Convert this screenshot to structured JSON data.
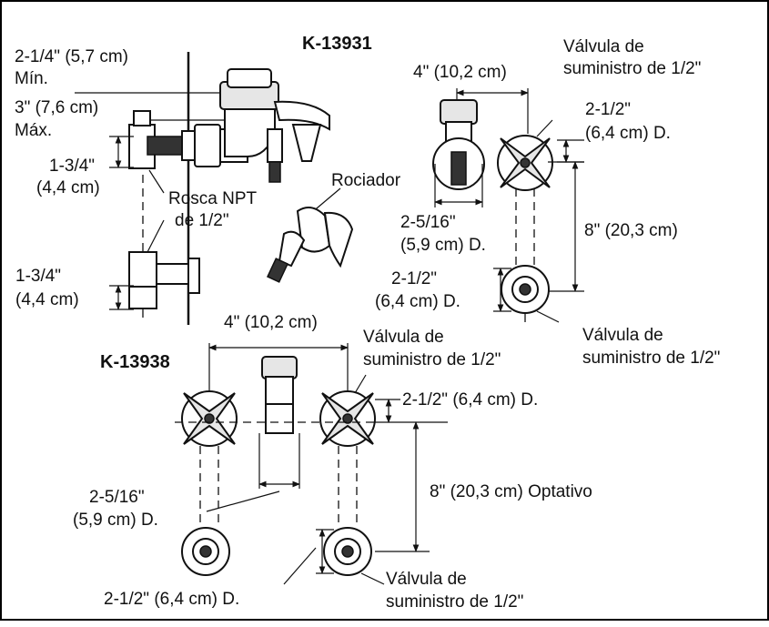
{
  "models": {
    "top": "K-13931",
    "bottom": "K-13938"
  },
  "side_view": {
    "min_dim": "2-1/4\" (5,7 cm)",
    "min_label": "Mín.",
    "max_dim": "3\" (7,6 cm)",
    "max_label": "Máx.",
    "upper_height_1": "1-3/4\"",
    "upper_height_2": "(4,4 cm)",
    "thread_1": "Rosca NPT",
    "thread_2": "de 1/2\"",
    "lower_height_1": "1-3/4\"",
    "lower_height_2": "(4,4 cm)"
  },
  "sprayer": {
    "label": "Rociador"
  },
  "k13931": {
    "width": "4\" (10,2 cm)",
    "top_valve_1": "Válvula de",
    "top_valve_2": "suministro de 1/2\"",
    "top_diam_1": "2-1/2\"",
    "top_diam_2": "(6,4 cm) D.",
    "spout_diam_1": "2-5/16\"",
    "spout_diam_2": "(5,9 cm) D.",
    "height": "8\" (20,3 cm)",
    "bottom_diam_1": "2-1/2\"",
    "bottom_diam_2": "(6,4 cm) D.",
    "bottom_valve_1": "Válvula de",
    "bottom_valve_2": "suministro de 1/2\""
  },
  "k13938": {
    "width": "4\" (10,2 cm)",
    "top_valve_1": "Válvula de",
    "top_valve_2": "suministro de 1/2\"",
    "top_diam": "2-1/2\" (6,4 cm) D.",
    "spout_diam_1": "2-5/16\"",
    "spout_diam_2": "(5,9 cm) D.",
    "height": "8\" (20,3 cm) Optativo",
    "bottom_diam": "2-1/2\" (6,4 cm) D.",
    "bottom_valve_1": "Válvula de",
    "bottom_valve_2": "suministro de 1/2\""
  }
}
